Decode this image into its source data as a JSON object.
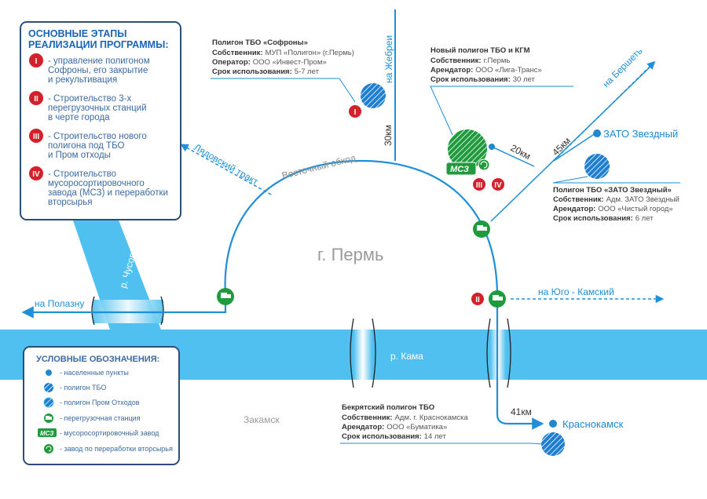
{
  "colors": {
    "river": "#4fc0ef",
    "road": "#1e8fd8",
    "green": "#1f9a3c",
    "red": "#d4202a",
    "panel_bg": "#2d4d7a",
    "panel_border": "#1a64b4"
  },
  "stages_panel": {
    "title_line1": "ОСНОВНЫЕ ЭТАПЫ",
    "title_line2": "РЕАЛИЗАЦИИ ПРОГРАММЫ:",
    "items": [
      {
        "numeral": "I",
        "lines": [
          "- управление полигоном",
          "Софроны, его закрытие",
          "и рекультивация"
        ]
      },
      {
        "numeral": "II",
        "lines": [
          "- Строительство 3-х",
          "перегрузочных станций",
          "в черте города"
        ]
      },
      {
        "numeral": "III",
        "lines": [
          "- Строительство нового",
          "полигона под ТБО",
          "и Пром отходы"
        ]
      },
      {
        "numeral": "IV",
        "lines": [
          "- Строительство",
          "мусоросортировочного",
          "завода (МСЗ) и переработки",
          "вторсырья"
        ]
      }
    ]
  },
  "legend": {
    "title": "УСЛОВНЫЕ ОБОЗНАЧЕНИЯ:",
    "items": [
      {
        "icon": "settlement-dot-icon",
        "label": "- населенные пункты"
      },
      {
        "icon": "tbo-landfill-icon",
        "label": "- полигон ТБО"
      },
      {
        "icon": "industrial-landfill-icon",
        "label": "- полигон Пром Отходов"
      },
      {
        "icon": "transfer-station-truck-icon",
        "label": "- перегрузочная станция"
      },
      {
        "icon": "msz-plant-icon",
        "badge": "МСЗ",
        "label": "- мусоросортировочный завод"
      },
      {
        "icon": "recycling-plant-icon",
        "label": "- завод по переработки вторсырья"
      }
    ]
  },
  "info": {
    "sofrony": {
      "title": "Полигон ТБО «Софроны»",
      "rows": [
        {
          "k": "Собственник:",
          "v": "МУП «Полигон» (г.Пермь)"
        },
        {
          "k": "Оператор:",
          "v": "ООО «Инвест-Пром»"
        },
        {
          "k": "Срок использования:",
          "v": "5-7 лет"
        }
      ]
    },
    "new_landfill": {
      "title": "Новый полигон ТБО и КГМ",
      "rows": [
        {
          "k": "Собственник:",
          "v": "г.Пермь"
        },
        {
          "k": "Арендатор:",
          "v": "ООО «Лига-Транс»"
        },
        {
          "k": "Срок использования:",
          "v": "30 лет"
        }
      ]
    },
    "zvezdny": {
      "title": "Полигон ТБО «ЗАТО Звездный»",
      "rows": [
        {
          "k": "Собственник:",
          "v": "Адм. ЗАТО Звездный"
        },
        {
          "k": "Арендатор:",
          "v": "ООО «Чистый город»"
        },
        {
          "k": "Срок использования:",
          "v": "6 лет"
        }
      ]
    },
    "bekryat": {
      "title": "Бекрятский полигон ТБО",
      "rows": [
        {
          "k": "Собственник:",
          "v": "Адм. г. Краснокамска"
        },
        {
          "k": "Арендатор:",
          "v": "ООО «Буматика»"
        },
        {
          "k": "Срок использования:",
          "v": "14 лет"
        }
      ]
    }
  },
  "map": {
    "city": "г. Пермь",
    "zakamsk": "Закамск",
    "kama": "р. Кама",
    "chusovaya": "р. Чусовая",
    "na_polaznu": "на Полазну",
    "lyadovsky": "Лядовский тракт",
    "vostochny": "Восточный обход",
    "na_zhebrei": "на Жебреи",
    "km30": "30км",
    "na_bershet": "на Бершеть",
    "km20": "20км",
    "km45": "45км",
    "zato": "ЗАТО Звездный",
    "na_yugo": "на Юго - Камский",
    "km41": "41км",
    "krasnokamsk": "Краснокамск",
    "msz_badge": "МСЗ",
    "marker_sofrony": "I",
    "marker_new_iii": "III",
    "marker_new_iv": "IV",
    "marker_transfer": "II"
  }
}
